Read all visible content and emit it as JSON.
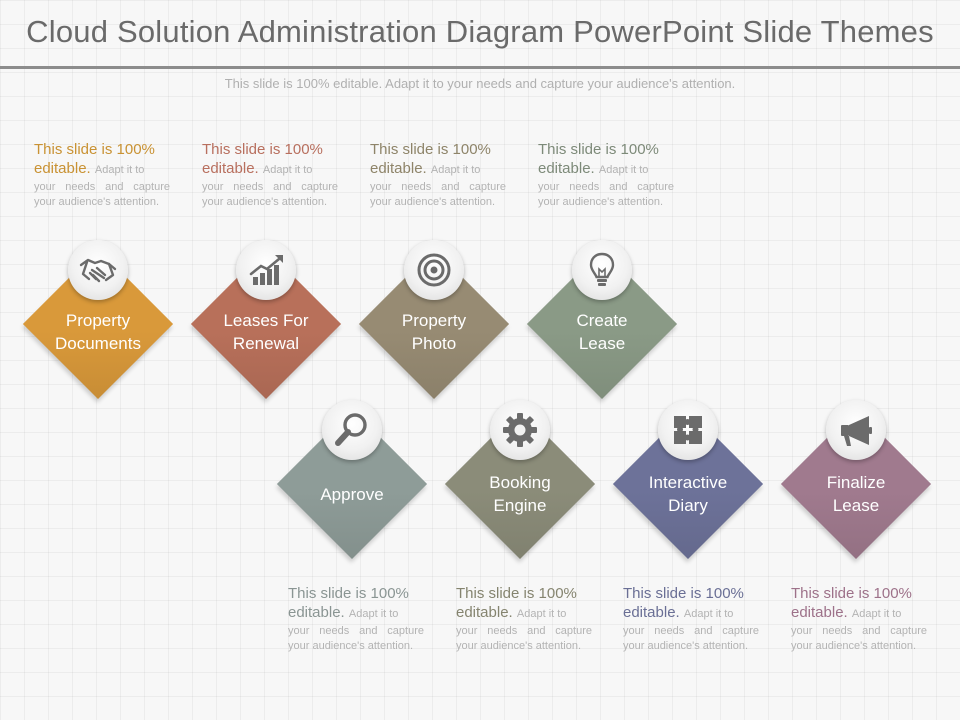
{
  "header": {
    "title": "Cloud Solution Administration Diagram PowerPoint Slide Themes",
    "subtitle": "This slide is 100% editable. Adapt it to your needs and capture your audience's attention."
  },
  "steps": [
    {
      "label_line1": "Property",
      "label_line2": "Documents",
      "icon": "handshake-icon",
      "color": "#d9993a",
      "text_color": "#c99233",
      "desc_head": "This slide is 100% editable.",
      "desc_tail": "Adapt it to",
      "desc_body": "your needs and capture your audience's attention."
    },
    {
      "label_line1": "Leases For",
      "label_line2": "Renewal",
      "icon": "growth-chart-icon",
      "color": "#b8705a",
      "text_color": "#b86f5e",
      "desc_head": "This slide is 100% editable.",
      "desc_tail": "Adapt it to",
      "desc_body": "your needs and capture your audience's attention."
    },
    {
      "label_line1": "Property",
      "label_line2": "Photo",
      "icon": "target-icon",
      "color": "#978b73",
      "text_color": "#8e8469",
      "desc_head": "This slide is 100% editable.",
      "desc_tail": "Adapt it to",
      "desc_body": "your needs and capture your audience's attention."
    },
    {
      "label_line1": "Create",
      "label_line2": "Lease",
      "icon": "lightbulb-icon",
      "color": "#8a9a86",
      "text_color": "#7d8a79",
      "desc_head": "This slide is 100% editable.",
      "desc_tail": "Adapt it to",
      "desc_body": "your needs and capture your audience's attention."
    },
    {
      "label_line1": "Approve",
      "label_line2": "",
      "icon": "magnifier-icon",
      "color": "#8e9c98",
      "text_color": "#8a9593",
      "desc_head": "This slide is 100% editable.",
      "desc_tail": "Adapt it to",
      "desc_body": "your needs and capture your audience's attention."
    },
    {
      "label_line1": "Booking",
      "label_line2": "Engine",
      "icon": "gear-icon",
      "color": "#8b8c79",
      "text_color": "#85846f",
      "desc_head": "This slide is 100% editable.",
      "desc_tail": "Adapt it to",
      "desc_body": "your needs and capture your audience's attention."
    },
    {
      "label_line1": "Interactive",
      "label_line2": "Diary",
      "icon": "puzzle-icon",
      "color": "#6d7299",
      "text_color": "#6a6f95",
      "desc_head": "This slide is 100% editable.",
      "desc_tail": "Adapt it to",
      "desc_body": "your needs and capture your audience's attention."
    },
    {
      "label_line1": "Finalize",
      "label_line2": "Lease",
      "icon": "megaphone-icon",
      "color": "#a07a8e",
      "text_color": "#9d7189",
      "desc_head": "This slide is 100% editable.",
      "desc_tail": "Adapt it to",
      "desc_body": "your needs and capture your audience's attention."
    }
  ]
}
